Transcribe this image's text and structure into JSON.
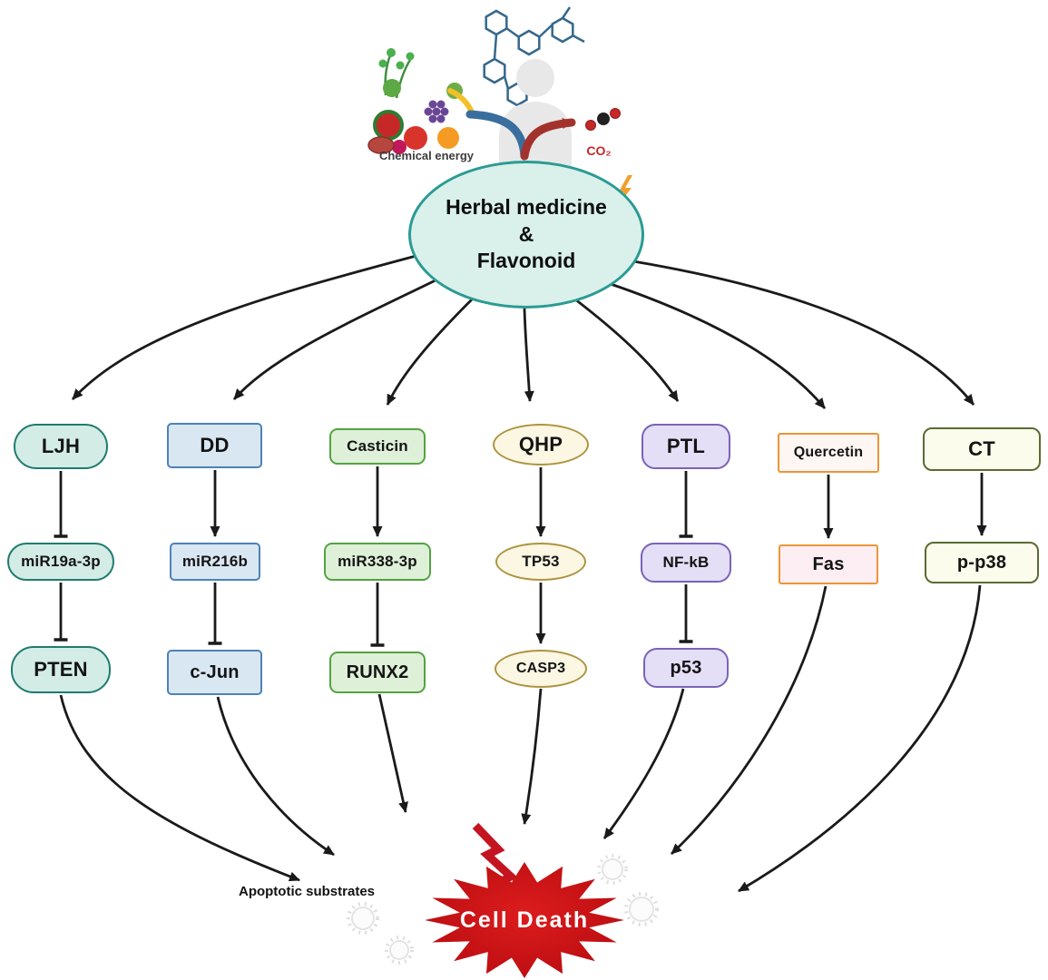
{
  "illustration": {
    "chemical_energy_label": "Chemical energy",
    "co2_label": "CO₂"
  },
  "hub": {
    "line1": "Herbal medicine",
    "line2": "&",
    "line3": "Flavonoid"
  },
  "pathways": [
    {
      "name": "LJH pathway",
      "theme_border": "#1f7b6f",
      "theme_fill": "#d3ece5",
      "nodes": [
        {
          "label": "LJH"
        },
        {
          "label": "miR19a-3p"
        },
        {
          "label": "PTEN"
        }
      ],
      "links": [
        "inhibition",
        "inhibition"
      ]
    },
    {
      "name": "DD pathway",
      "theme_border": "#4d82b8",
      "theme_fill": "#d9e7f3",
      "nodes": [
        {
          "label": "DD"
        },
        {
          "label": "miR216b"
        },
        {
          "label": "c-Jun"
        }
      ],
      "links": [
        "activation",
        "inhibition"
      ]
    },
    {
      "name": "Casticin pathway",
      "theme_border": "#53a340",
      "theme_fill": "#def0d8",
      "nodes": [
        {
          "label": "Casticin"
        },
        {
          "label": "miR338-3p"
        },
        {
          "label": "RUNX2"
        }
      ],
      "links": [
        "activation",
        "inhibition"
      ]
    },
    {
      "name": "QHP pathway",
      "theme_border": "#ad9440",
      "theme_fill": "#fbf7e3",
      "nodes": [
        {
          "label": "QHP"
        },
        {
          "label": "TP53"
        },
        {
          "label": "CASP3"
        }
      ],
      "links": [
        "activation",
        "activation"
      ]
    },
    {
      "name": "PTL pathway",
      "theme_border": "#7a63b8",
      "theme_fill": "#e4def6",
      "nodes": [
        {
          "label": "PTL"
        },
        {
          "label": "NF-kB"
        },
        {
          "label": "p53"
        }
      ],
      "links": [
        "inhibition",
        "inhibition"
      ]
    },
    {
      "name": "Quercetin pathway",
      "theme_border": "#ec9537",
      "theme_fill": "#fdf6f3",
      "nodes": [
        {
          "label": "Quercetin"
        },
        {
          "label": "Fas"
        }
      ],
      "links": [
        "activation"
      ]
    },
    {
      "name": "CT pathway",
      "theme_border": "#5a6b33",
      "theme_fill": "#fcfcec",
      "nodes": [
        {
          "label": "CT"
        },
        {
          "label": "p-p38"
        }
      ],
      "links": [
        "activation"
      ]
    }
  ],
  "outcomes": {
    "apoptotic_substrates_label": "Apoptotic substrates",
    "cell_death_label": "Cell Death"
  },
  "colors": {
    "hub_border": "#2b9b93",
    "hub_fill": "#d9f1ea",
    "arrow": "#1a1a1a",
    "cell_death_fill": "#c21216",
    "co2_text": "#c62828"
  }
}
